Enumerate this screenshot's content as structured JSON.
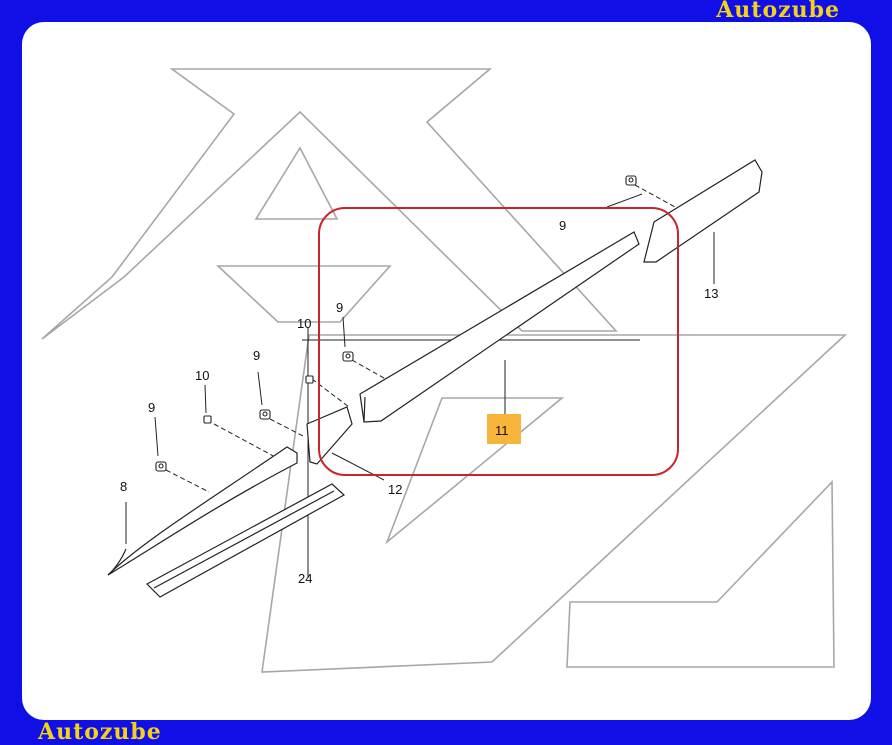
{
  "brand": {
    "top": "Autozube",
    "bottom": "Autozube"
  },
  "callouts": {
    "c9a": "9",
    "c9b": "9",
    "c9c": "9",
    "c9d": "9",
    "c10a": "10",
    "c10b": "10",
    "c8": "8",
    "c11": "11",
    "c12": "12",
    "c13": "13",
    "c24": "24"
  },
  "colors": {
    "frame": "#1010e6",
    "brand": "#f5d21a",
    "highlight_box": "#c8242c",
    "part_tag": "#f7b53c"
  }
}
